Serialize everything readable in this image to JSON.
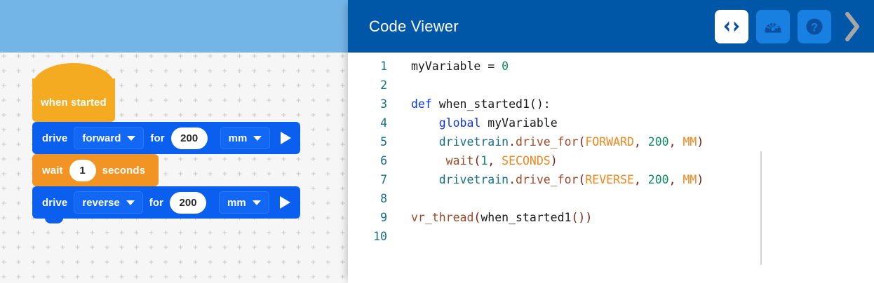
{
  "workspace": {
    "name": "blocks-workspace",
    "sky_color": "#74b5e8",
    "grid_color": "#d4d4d4",
    "blocks": {
      "hat": {
        "label": "when started",
        "color": "#f5ab21"
      },
      "drive_forward": {
        "verb": "drive",
        "direction": "forward",
        "for_label": "for",
        "value": "200",
        "unit": "mm",
        "color": "#0a5fef",
        "run_icon": "play-icon"
      },
      "wait": {
        "verb": "wait",
        "value": "1",
        "unit_label": "seconds",
        "color": "#f29423"
      },
      "drive_reverse": {
        "verb": "drive",
        "direction": "reverse",
        "for_label": "for",
        "value": "200",
        "unit": "mm",
        "color": "#0a5fef",
        "run_icon": "play-icon"
      }
    }
  },
  "code_viewer": {
    "title": "Code Viewer",
    "header_color": "#0057a8",
    "buttons": [
      {
        "name": "code-view-button",
        "icon": "code-brackets-icon",
        "state": "active"
      },
      {
        "name": "dashboard-view-button",
        "icon": "gauge-icon",
        "state": "idle"
      },
      {
        "name": "help-button",
        "icon": "question-mark-icon",
        "state": "idle"
      }
    ],
    "collapse_icon": "chevron-right-icon",
    "line_numbers": [
      "1",
      "2",
      "3",
      "4",
      "5",
      "6",
      "7",
      "8",
      "9",
      "10"
    ],
    "lines": [
      {
        "n": "1",
        "text": "myVariable = 0"
      },
      {
        "n": "2",
        "text": ""
      },
      {
        "n": "3",
        "text": "def when_started1():"
      },
      {
        "n": "4",
        "text": "    global myVariable"
      },
      {
        "n": "5",
        "text": "    drivetrain.drive_for(FORWARD, 200, MM)"
      },
      {
        "n": "6",
        "text": "    wait(1, SECONDS)"
      },
      {
        "n": "7",
        "text": "    drivetrain.drive_for(REVERSE, 200, MM)"
      },
      {
        "n": "8",
        "text": ""
      },
      {
        "n": "9",
        "text": "vr_thread(when_started1())"
      },
      {
        "n": "10",
        "text": ""
      }
    ],
    "tokens": {
      "l1_var": "myVariable",
      "l1_eq": " = ",
      "l1_zero": "0",
      "l3_def": "def",
      "l3_name": " when_started1():",
      "l4_global": "global",
      "l4_var": " myVariable",
      "l5_obj": "drivetrain",
      "l5_dot": ".",
      "l5_fn": "drive_for",
      "l5_open": "(",
      "l5_const1": "FORWARD",
      "l5_comma1": ", ",
      "l5_num": "200",
      "l5_comma2": ", ",
      "l5_const2": "MM",
      "l5_close": ")",
      "l6_fn": "wait",
      "l6_open": "(",
      "l6_num": "1",
      "l6_comma": ", ",
      "l6_const": "SECONDS",
      "l6_close": ")",
      "l7_obj": "drivetrain",
      "l7_dot": ".",
      "l7_fn": "drive_for",
      "l7_open": "(",
      "l7_const1": "REVERSE",
      "l7_comma1": ", ",
      "l7_num": "200",
      "l7_comma2": ", ",
      "l7_const2": "MM",
      "l7_close": ")",
      "l9_fn": "vr_thread",
      "l9_open": "(",
      "l9_name": "when_started1",
      "l9_close": "())"
    },
    "colors": {
      "keyword": "#0f35f0",
      "number": "#0e8a5f",
      "function": "#9c4a2a",
      "object": "#166f7f",
      "constant": "#f2861e",
      "punctuation": "#7d1f12",
      "linenumber": "#16708a"
    }
  }
}
